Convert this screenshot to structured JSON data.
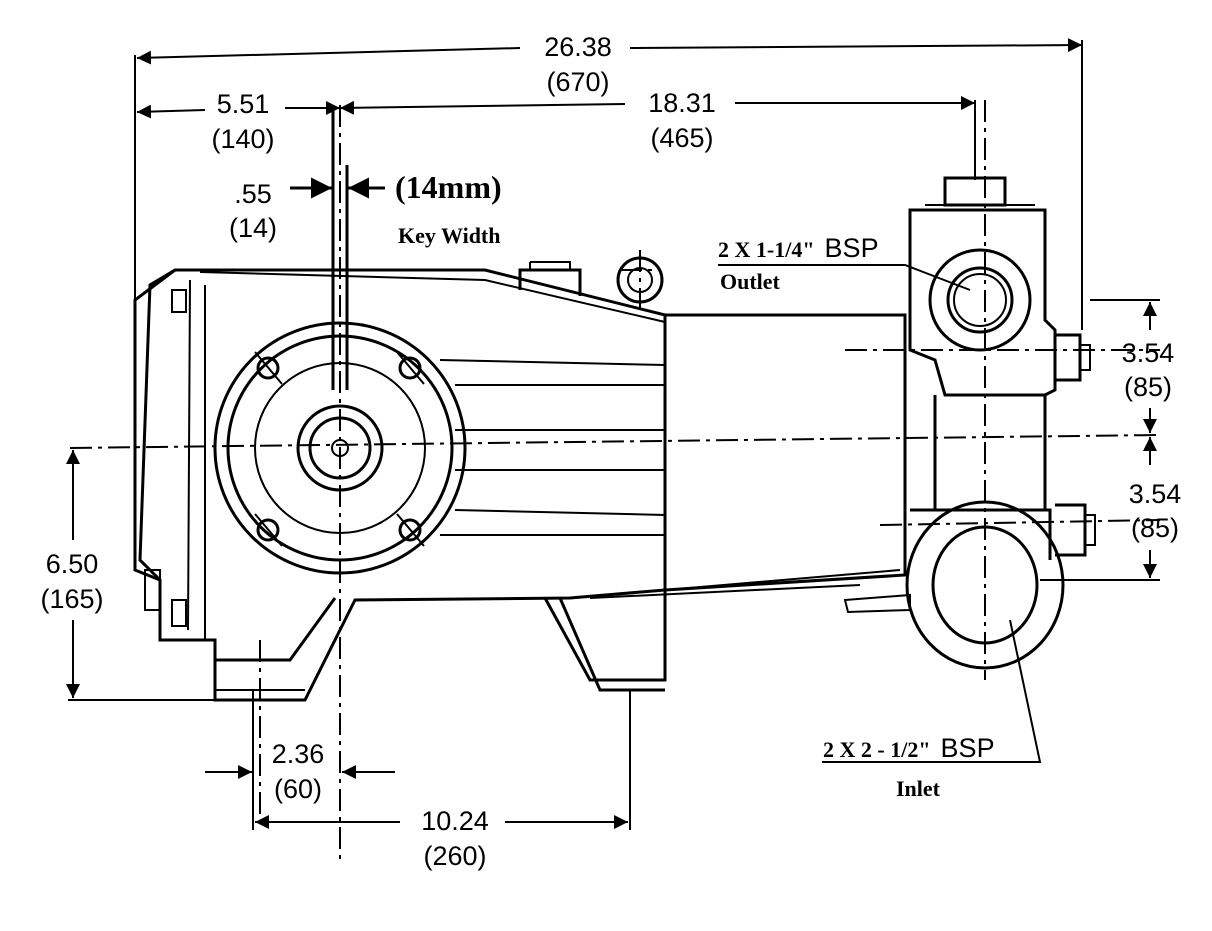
{
  "dimensions": {
    "overall_length": {
      "in": "26.38",
      "mm": "(670)"
    },
    "shaft_offset": {
      "in": "5.51",
      "mm": "(140)"
    },
    "shaft_to_end": {
      "in": "18.31",
      "mm": "(465)"
    },
    "key_width": {
      "in": ".55",
      "mm": "(14)",
      "note": "(14mm)",
      "label": "Key Width"
    },
    "upper_port_spacing": {
      "in": "3.54",
      "mm": "(85)"
    },
    "lower_port_spacing": {
      "in": "3.54",
      "mm": "(85)"
    },
    "shaft_height": {
      "in": "6.50",
      "mm": "(165)"
    },
    "foot_offset": {
      "in": "2.36",
      "mm": "(60)"
    },
    "foot_spacing": {
      "in": "10.24",
      "mm": "(260)"
    }
  },
  "ports": {
    "outlet": {
      "spec_prefix": "2 X 1-1/4\"",
      "spec_suffix": "BSP",
      "label": "Outlet"
    },
    "inlet": {
      "spec_prefix": "2 X 2 - 1/2\"",
      "spec_suffix": "BSP",
      "label": "Inlet"
    }
  }
}
